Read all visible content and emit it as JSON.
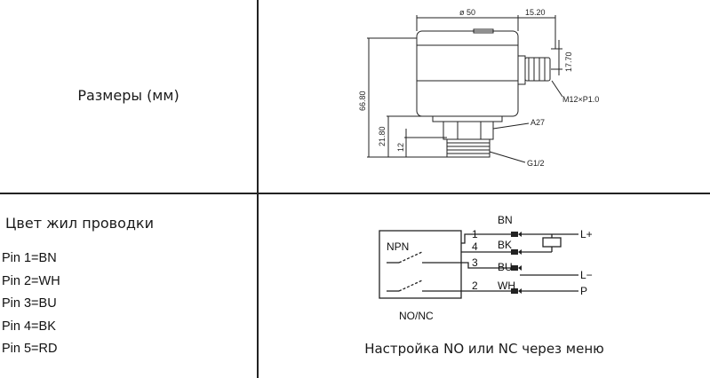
{
  "dimensions": {
    "label": "Размеры (мм)",
    "drawing": {
      "diameter": "ø 50",
      "offset": "15.20",
      "connector_height": "17.70",
      "connector_thread": "M12×P1.0",
      "total_height": "66.80",
      "lower_height": "21.80",
      "thread_length": "12",
      "hex": "A27",
      "thread": "G1/2"
    }
  },
  "wiring": {
    "title": "Цвет жил проводки",
    "pins": [
      "Pin 1=BN",
      "Pin 2=WH",
      "Pin 3=BU",
      "Pin 4=BK",
      "Pin 5=RD"
    ],
    "diagram": {
      "npn": "NPN",
      "no_nc": "NO/NC",
      "pin1": "1",
      "pin4": "4",
      "pin3": "3",
      "pin2": "2",
      "bn": "BN",
      "bk": "BK",
      "bu": "BU",
      "wh": "WH",
      "l_plus": "L+",
      "l_minus": "L−",
      "p": "P"
    },
    "caption": "Настройка NO или NC через меню"
  }
}
